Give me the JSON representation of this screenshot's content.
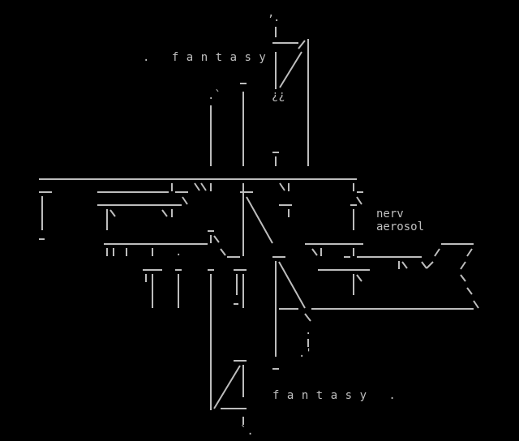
{
  "art": {
    "top_text": ". fantasy",
    "glyph_qq": "¿¿",
    "word_nerv": "nerv",
    "word_aerosol": "aerosol",
    "bottom_text": "fantasy .",
    "comma_top": ",",
    "dot_top": ".",
    "tick_mark": ".`",
    "dot_small": ".",
    "quote_mark": ".'",
    "bottom_tick": "`."
  },
  "colors": {
    "background": "#000000",
    "foreground": "#c0c0c0"
  }
}
